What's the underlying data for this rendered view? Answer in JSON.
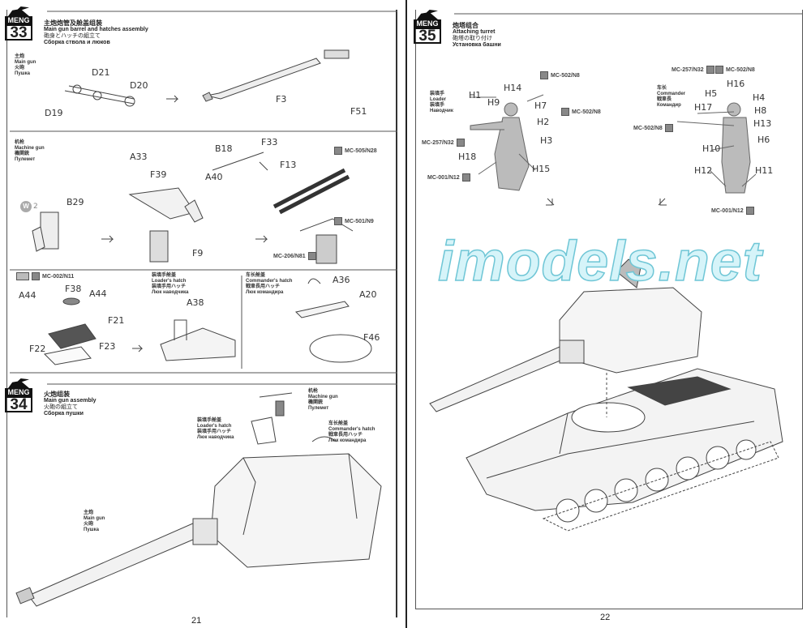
{
  "left_page": {
    "number": "21",
    "step33": {
      "num": "33",
      "logo": "MENG",
      "zh": "主炮炮管及舱盖组装",
      "en": "Main gun barrel and hatches assembly",
      "ja": "砲身とハッチの組立て",
      "ru": "Сборка ствола и люков",
      "main_gun": {
        "zh": "主炮",
        "en": "Main gun",
        "ja": "火砲",
        "ru": "Пушка"
      },
      "main_gun_parts": [
        "D21",
        "D20",
        "D19",
        "F3",
        "F51"
      ],
      "machine_gun": {
        "zh": "机枪",
        "en": "Machine gun",
        "ja": "機関銃",
        "ru": "Пулемет"
      },
      "mg_parts": [
        "B18",
        "F33",
        "F13",
        "A33",
        "F39",
        "A40",
        "B29",
        "F9",
        "2"
      ],
      "mg_paints": [
        "MC-505/N28",
        "MC-501/N9",
        "MC-206/N81"
      ],
      "hatch_paint": "MC-002/N11",
      "hatch_parts": [
        "F38",
        "A44",
        "A44",
        "F21",
        "F22",
        "F23",
        "A38",
        "A36",
        "A20",
        "F46"
      ],
      "loader_hatch": {
        "zh": "装填手舱盖",
        "en": "Loader's hatch",
        "ja": "装填手用ハッチ",
        "ru": "Люк наводчика"
      },
      "commander_hatch": {
        "zh": "车长舱盖",
        "en": "Commander's hatch",
        "ja": "戦車長用ハッチ",
        "ru": "Люк командира"
      }
    },
    "step34": {
      "num": "34",
      "logo": "MENG",
      "zh": "火炮组装",
      "en": "Main gun assembly",
      "ja": "火砲の組立て",
      "ru": "Сборка пушки",
      "machine_gun": {
        "zh": "机枪",
        "en": "Machine gun",
        "ja": "機関銃",
        "ru": "Пулемет"
      },
      "loader_hatch": {
        "zh": "装填手舱盖",
        "en": "Loader's hatch",
        "ja": "装填手用ハッチ",
        "ru": "Люк наводчика"
      },
      "commander_hatch": {
        "zh": "车长舱盖",
        "en": "Commander's hatch",
        "ja": "戦車長用ハッチ",
        "ru": "Люк командира"
      },
      "main_gun": {
        "zh": "主炮",
        "en": "Main gun",
        "ja": "火砲",
        "ru": "Пушка"
      }
    }
  },
  "right_page": {
    "number": "22",
    "step35": {
      "num": "35",
      "logo": "MENG",
      "zh": "炮塔组合",
      "en": "Attaching turret",
      "ja": "砲塔の取り付け",
      "ru": "Установка башни",
      "loader": {
        "zh": "装填手",
        "en": "Loader",
        "ja": "装填手",
        "ru": "Наводчик"
      },
      "loader_parts": [
        "H1",
        "H14",
        "H9",
        "H7",
        "H2",
        "H3",
        "H18",
        "H15"
      ],
      "loader_paints": [
        "MC-502/N8",
        "MC-502/N8",
        "MC-257/N32",
        "MC-001/N12"
      ],
      "commander": {
        "zh": "车长",
        "en": "Commander",
        "ja": "戦車長",
        "ru": "Командир"
      },
      "commander_parts": [
        "H16",
        "H5",
        "H4",
        "H17",
        "H8",
        "H13",
        "H6",
        "H10",
        "H12",
        "H11"
      ],
      "commander_paints": [
        "MC-257/N32",
        "MC-502/N8",
        "MC-502/N8",
        "MC-001/N12"
      ]
    }
  },
  "watermark": "imodels.net"
}
